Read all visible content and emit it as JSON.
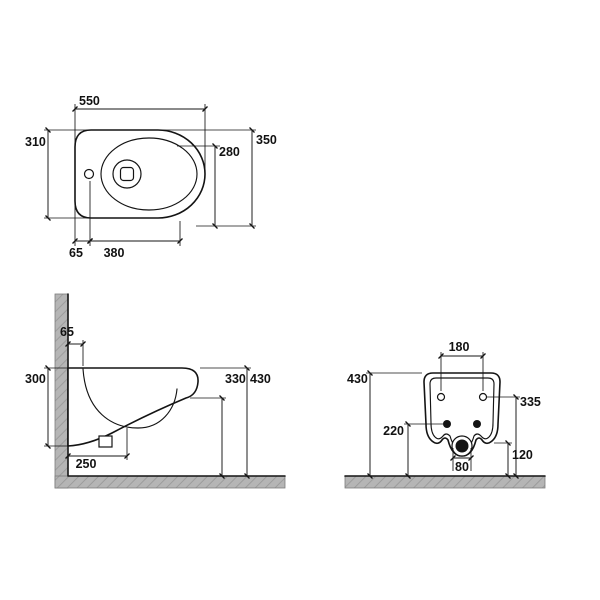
{
  "drawing": {
    "background": "#ffffff",
    "line_color": "#141414",
    "wall_fill": "#b5b5b5",
    "views": {
      "top": {
        "dims": {
          "overall_width": "550",
          "depth_left": "310",
          "depth_right": "350",
          "bowl_depth": "280",
          "inlet_offset": "65",
          "tap_to_drain": "380"
        }
      },
      "side": {
        "dims": {
          "tap_offset": "65",
          "body_depth": "300",
          "underside_height": "330",
          "rim_height": "430",
          "drain_offset": "250"
        }
      },
      "front": {
        "dims": {
          "rim_height": "430",
          "hole_spacing": "180",
          "hole_height": "335",
          "fixing_height": "220",
          "skirt_height": "120",
          "drain_diameter": "80"
        }
      }
    }
  }
}
